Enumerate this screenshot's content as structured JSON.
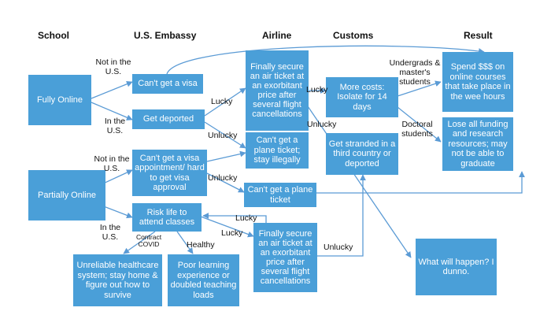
{
  "headers": {
    "school": "School",
    "embassy": "U.S. Embassy",
    "airline": "Airline",
    "customs": "Customs",
    "result": "Result"
  },
  "boxes": {
    "fully_online": "Fully Online",
    "partially_online": "Partially Online",
    "cant_get_visa": "Can't get a visa",
    "get_deported": "Get deported",
    "visa_appointment": "Can't get a visa appointment/ hard to get visa approval",
    "risk_life": "Risk life to attend classes",
    "air_ticket_top": "Finally secure an air ticket at an exorbitant price after several flight cancellations",
    "cant_get_ticket_stay": "Can't get a plane ticket; stay illegally",
    "cant_get_ticket": "Can't get a plane ticket",
    "air_ticket_bottom": "Finally secure an air ticket at an exorbitant price after several flight cancellations",
    "more_costs": "More costs: Isolate for 14 days",
    "stranded": "Get stranded in a third country or deported",
    "spend_money": "Spend $$$ on online courses that take place in the wee hours",
    "lose_funding": "Lose all funding and research resources; may not be able to graduate",
    "what_will_happen": "What will happen? I dunno.",
    "unreliable_healthcare": "Unreliable healthcare system; stay home & figure out how to survive",
    "poor_learning": "Poor learning experience or doubled teaching loads"
  },
  "labels": {
    "not_in_us_1": "Not in the U.S.",
    "in_us_1": "In the U.S.",
    "not_in_us_2": "Not in the U.S.",
    "in_us_2": "In the U.S.",
    "lucky_1": "Lucky",
    "unlucky_1": "Unlucky",
    "unlucky_2": "Unlucky",
    "lucky_2": "Lucky",
    "lucky_3": "Lucky",
    "lucky_4": "Lucky",
    "unlucky_3": "Unlucky",
    "unlucky_4": "Unlucky",
    "undergrads": "Undergrads & master's students",
    "doctoral": "Doctoral students",
    "contract_covid": "Contract COVID",
    "healthy": "Healthy"
  },
  "colors": {
    "box_fill": "#4a9fd8",
    "box_text": "#ffffff",
    "arrow": "#5b9bd5"
  }
}
